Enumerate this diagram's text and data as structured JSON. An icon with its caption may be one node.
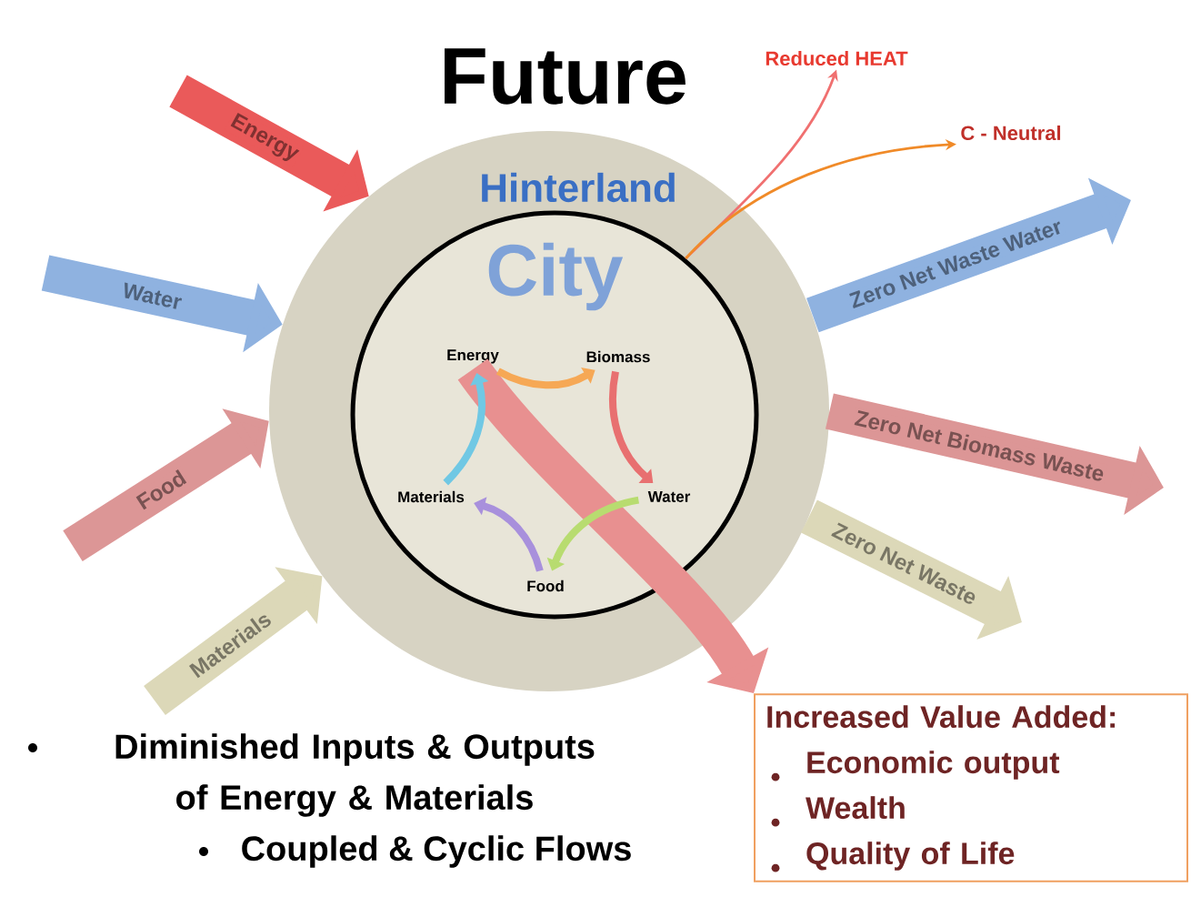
{
  "diagram": {
    "title": "Future",
    "nodes": [
      {
        "text": [
          "Hinterland"
        ]
      },
      {
        "text": [
          "City"
        ],
        "in": 0
      },
      {
        "text": [
          "Energy"
        ],
        "in": 1
      },
      {
        "text": [
          "Biomass"
        ],
        "in": 1
      },
      {
        "text": [
          "Water"
        ],
        "in": 1
      },
      {
        "text": [
          "Food"
        ],
        "in": 1
      },
      {
        "text": [
          "Materials"
        ],
        "in": 1
      },
      {
        "text": [
          "Reduced HEAT"
        ]
      },
      {
        "text": [
          "C - Neutral"
        ]
      },
      {
        "text": [
          "Increased Value Added:",
          "Economic output",
          "Wealth",
          "Quality of Life"
        ]
      }
    ],
    "edges": [
      {
        "from": null,
        "to": 0,
        "arrow": "to",
        "label": "Energy",
        "color": "#ea5a5a"
      },
      {
        "from": null,
        "to": 0,
        "arrow": "to",
        "label": "Water",
        "color": "#8fb2e0"
      },
      {
        "from": null,
        "to": 0,
        "arrow": "to",
        "label": "Food",
        "color": "#dc9696"
      },
      {
        "from": null,
        "to": 0,
        "arrow": "to",
        "label": "Materials",
        "color": "#dcd8b8"
      },
      {
        "from": 0,
        "to": null,
        "arrow": "to",
        "label": "Zero Net Waste Water",
        "color": "#8fb2e0"
      },
      {
        "from": 0,
        "to": null,
        "arrow": "to",
        "label": "Zero Net Biomass Waste",
        "color": "#dc9696"
      },
      {
        "from": 0,
        "to": null,
        "arrow": "to",
        "label": "Zero Net Waste",
        "color": "#dcd8b8"
      },
      {
        "from": 1,
        "to": 7,
        "arrow": "to",
        "color": "#f07070"
      },
      {
        "from": 1,
        "to": 8,
        "arrow": "to",
        "color": "#f08a28"
      },
      {
        "from": 2,
        "to": 9,
        "arrow": "to",
        "color": "#e89090"
      },
      {
        "from": 2,
        "to": 3,
        "arrow": "to",
        "color": "#f6a855"
      },
      {
        "from": 3,
        "to": 4,
        "arrow": "to",
        "color": "#e87070"
      },
      {
        "from": 4,
        "to": 5,
        "arrow": "to",
        "color": "#b8dc70"
      },
      {
        "from": 5,
        "to": 6,
        "arrow": "to",
        "color": "#a890dc"
      },
      {
        "from": 6,
        "to": 2,
        "arrow": "to",
        "color": "#70c8e4"
      }
    ],
    "labels": [
      "Diminished Inputs & Outputs of Energy & Materials",
      "Coupled & Cyclic Flows"
    ]
  }
}
